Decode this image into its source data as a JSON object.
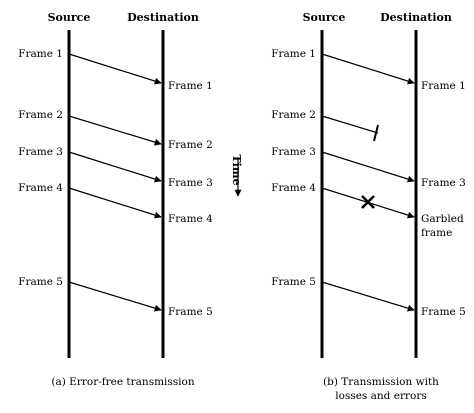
{
  "left": {
    "source_header": "Source",
    "destination_header": "Destination",
    "caption": "(a) Error-free transmission",
    "frames": [
      {
        "send_label": "Frame 1",
        "recv_label": "Frame 1"
      },
      {
        "send_label": "Frame 2",
        "recv_label": "Frame 2"
      },
      {
        "send_label": "Frame 3",
        "recv_label": "Frame 3"
      },
      {
        "send_label": "Frame 4",
        "recv_label": "Frame 4"
      },
      {
        "send_label": "Frame 5",
        "recv_label": "Frame 5"
      }
    ]
  },
  "right": {
    "source_header": "Source",
    "destination_header": "Destination",
    "caption_line1": "(b) Transmission with",
    "caption_line2": "losses and errors",
    "frames": [
      {
        "send_label": "Frame 1",
        "recv_label": "Frame 1",
        "outcome": "delivered"
      },
      {
        "send_label": "Frame 2",
        "recv_label": "",
        "outcome": "lost"
      },
      {
        "send_label": "Frame 3",
        "recv_label": "Frame 3",
        "outcome": "delivered"
      },
      {
        "send_label": "Frame 4",
        "recv_label_line1": "Garbled",
        "recv_label_line2": "frame",
        "outcome": "garbled"
      },
      {
        "send_label": "Frame 5",
        "recv_label": "Frame 5",
        "outcome": "delivered"
      }
    ]
  },
  "time_label": "Time"
}
